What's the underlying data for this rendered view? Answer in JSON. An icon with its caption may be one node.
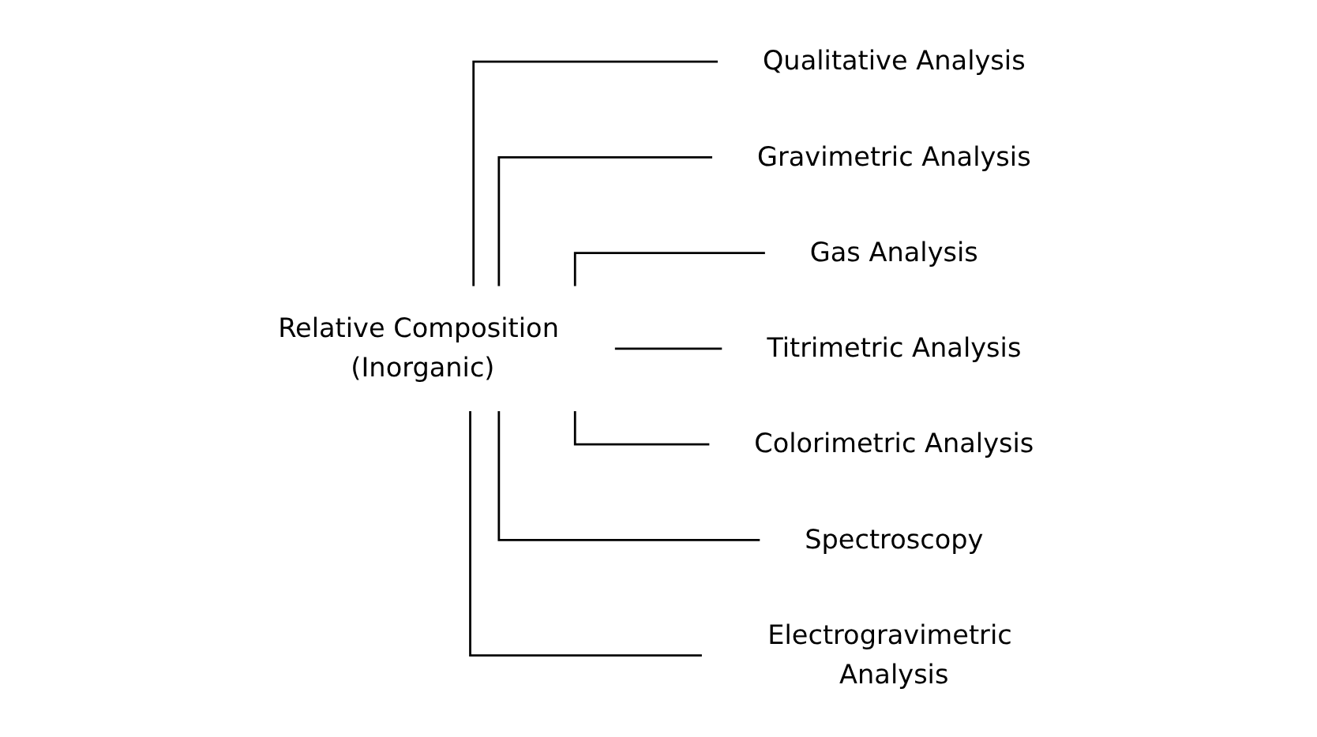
{
  "diagram": {
    "nodes": [
      {
        "text": [
          "Relative Composition (Inorganic)"
        ]
      },
      {
        "text": [
          "Qualitative Analysis"
        ]
      },
      {
        "text": [
          "Gravimetric Analysis"
        ]
      },
      {
        "text": [
          "Gas Analysis"
        ]
      },
      {
        "text": [
          "Titrimetric Analysis"
        ]
      },
      {
        "text": [
          "Colorimetric Analysis"
        ]
      },
      {
        "text": [
          "Spectroscopy"
        ]
      },
      {
        "text": [
          "Electrogravimetric Analysis"
        ]
      }
    ],
    "edges": [
      {
        "from": 0,
        "to": 1,
        "arrow": "none"
      },
      {
        "from": 0,
        "to": 2,
        "arrow": "none"
      },
      {
        "from": 0,
        "to": 3,
        "arrow": "none"
      },
      {
        "from": 0,
        "to": 4,
        "arrow": "none"
      },
      {
        "from": 0,
        "to": 5,
        "arrow": "none"
      },
      {
        "from": 0,
        "to": 6,
        "arrow": "none"
      },
      {
        "from": 0,
        "to": 7,
        "arrow": "none"
      }
    ]
  }
}
